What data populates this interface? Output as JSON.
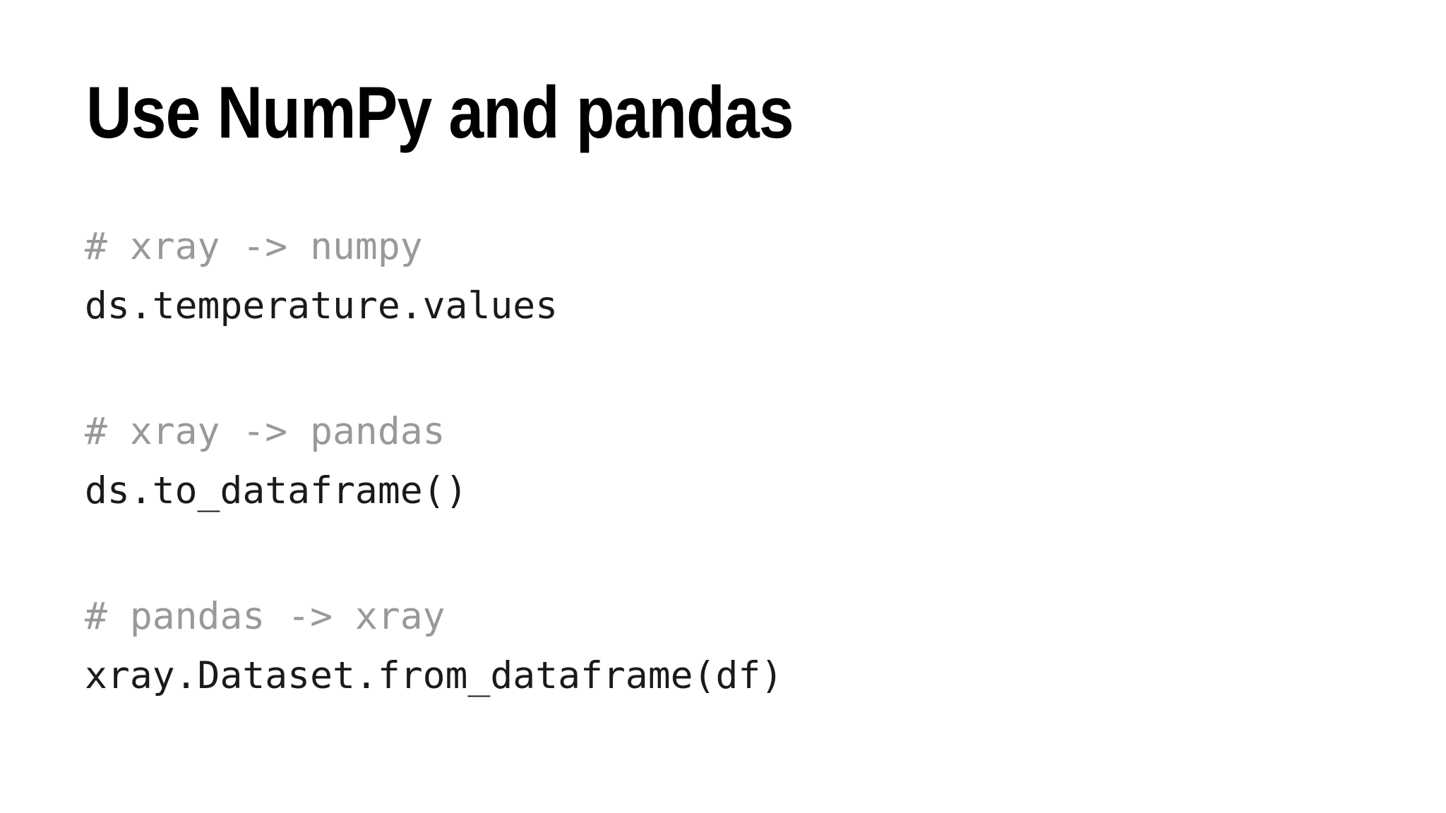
{
  "slide": {
    "title": "Use NumPy and pandas",
    "code_blocks": [
      {
        "comment": "# xray -> numpy",
        "code": "ds.temperature.values"
      },
      {
        "comment": "# xray -> pandas",
        "code": "ds.to_dataframe()"
      },
      {
        "comment": "# pandas -> xray",
        "code": "xray.Dataset.from_dataframe(df)"
      }
    ],
    "colors": {
      "background": "#ffffff",
      "title": "#000000",
      "code": "#1a1a1a",
      "comment": "#999999"
    }
  }
}
